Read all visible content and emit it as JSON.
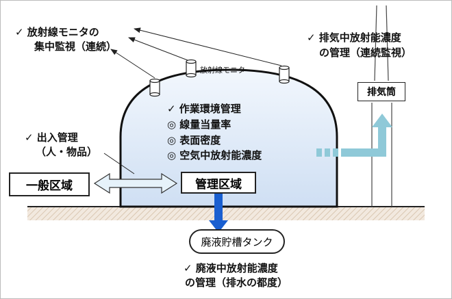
{
  "labels": {
    "monitor_line1": "✓ 放射線モニタの",
    "monitor_line2": "集中監視（連続）",
    "monitor_small": "放射線モニタ",
    "work_title": "✓ 作業環境管理",
    "work_item1": "◎ 線量当量率",
    "work_item2": "◎ 表面密度",
    "work_item3": "◎ 空気中放射能濃度",
    "entry_line1": "✓ 出入管理",
    "entry_line2": "（人・物品）",
    "exhaust_line1": "✓ 排気中放射能濃度",
    "exhaust_line2": "の管理（連続監視）",
    "liquid_line1": "✓ 廃液中放射能濃度",
    "liquid_line2": "の管理（排水の都度）"
  },
  "boxes": {
    "general_area": "一般区域",
    "controlled_area": "管理区域",
    "stack": "排気筒",
    "waste_tank": "廃液貯槽タンク"
  },
  "colors": {
    "dome_fill_top": "#f2f7fd",
    "dome_fill_bottom": "#cfdff3",
    "ground": "#e8d7c4",
    "ground_line": "#222222",
    "flow_arrow": "#8fc9d8",
    "drain_arrow": "#1a5fd0",
    "double_arrow_fill": "#e6f2fa"
  }
}
